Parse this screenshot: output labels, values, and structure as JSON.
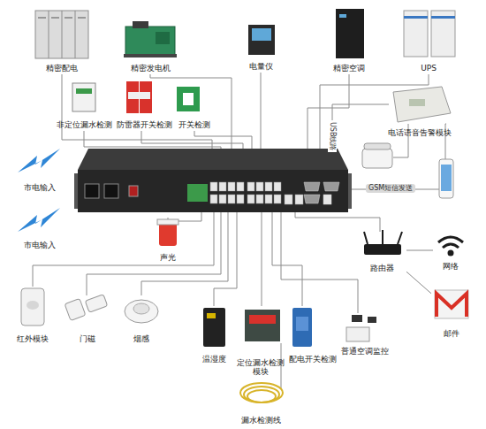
{
  "diagram": {
    "nodes": [
      {
        "text": [
          "精密配电"
        ]
      },
      {
        "text": [
          "精密发电机"
        ]
      },
      {
        "text": [
          "电量仪"
        ]
      },
      {
        "text": [
          "精密空调"
        ]
      },
      {
        "text": [
          "UPS"
        ]
      },
      {
        "text": [
          "非定位漏水检测"
        ]
      },
      {
        "text": [
          "防雷器开关检测"
        ]
      },
      {
        "text": [
          "开关检测"
        ]
      },
      {
        "text": [
          "电话语音告警模块"
        ]
      },
      {
        "text": [
          "市电输入"
        ]
      },
      {
        "text": [
          "市电输入"
        ]
      },
      {
        "text": [
          "声光"
        ]
      },
      {
        "text": [
          "路由器"
        ]
      },
      {
        "text": [
          "网络"
        ]
      },
      {
        "text": [
          "邮件"
        ]
      },
      {
        "text": [
          "红外模块"
        ]
      },
      {
        "text": [
          "门磁"
        ]
      },
      {
        "text": [
          "烟感"
        ]
      },
      {
        "text": [
          "温湿度"
        ]
      },
      {
        "text": [
          "定位漏水检测模块"
        ]
      },
      {
        "text": [
          "配电开关检测"
        ]
      },
      {
        "text": [
          "普通空调监控"
        ]
      },
      {
        "text": [
          "漏水检测线"
        ]
      }
    ],
    "edges": [
      {
        "from": 12,
        "to": 13,
        "arrow": "none"
      },
      {
        "from": 12,
        "to": 14,
        "arrow": "none"
      }
    ],
    "labels": [
      "USB线路",
      "GSM短信发送"
    ]
  }
}
